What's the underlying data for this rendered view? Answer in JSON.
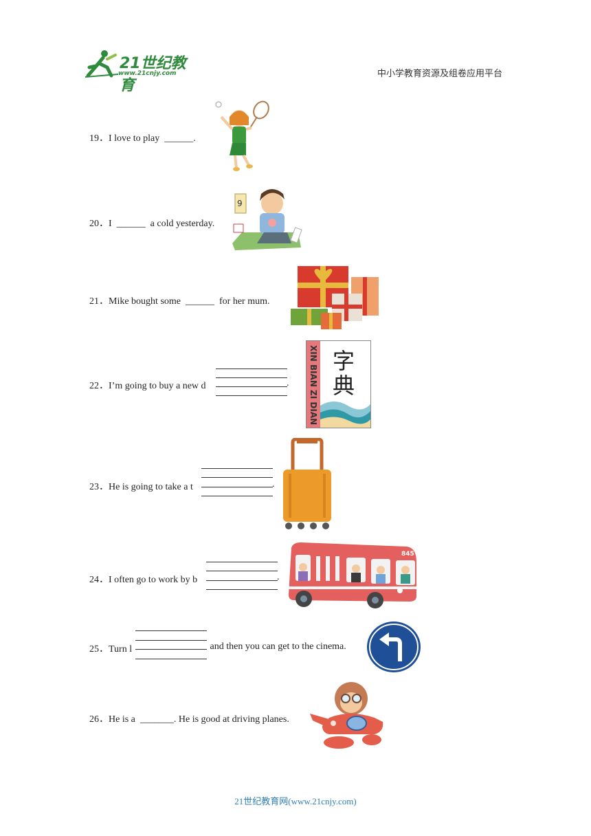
{
  "header": {
    "logo_text": "21世纪教育",
    "logo_url": "www.21cnjy.com",
    "right_text": "中小学教育资源及组卷应用平台"
  },
  "questions": [
    {
      "text": "19．I love to play  ______.",
      "image": "girl-badminton"
    },
    {
      "text": "20．I  ______  a cold yesterday.",
      "image": "sick-boy"
    },
    {
      "text": "21．Mike bought some  ______  for her mum.",
      "image": "gift-boxes"
    },
    {
      "prefix": "22．I’m going to buy a new d",
      "suffix": ".",
      "image": "dictionary-book",
      "dict_chars": [
        "字",
        "典"
      ],
      "dict_spine": "XIN BIAN ZI DIAN"
    },
    {
      "prefix": "23．He is going to take a t",
      "suffix": ".",
      "image": "suitcase"
    },
    {
      "prefix": "24．I often go to work by b",
      "suffix": ".",
      "image": "bus",
      "bus_number": "845"
    },
    {
      "prefix": "25．Turn l",
      "suffix": " and then you can get to the cinema.",
      "image": "left-turn-sign"
    },
    {
      "text": "26．He is a  _______. He is good at driving planes.",
      "image": "pilot-plane"
    }
  ],
  "footer": {
    "text": "21世纪教育网(www.21cnjy.com)"
  },
  "colors": {
    "logo_green": "#2f8a3c",
    "footer_blue": "#2f7fb5",
    "sign_blue": "#1f4f96",
    "suitcase_orange": "#ec9a2a",
    "bus_red": "#e4605e"
  }
}
